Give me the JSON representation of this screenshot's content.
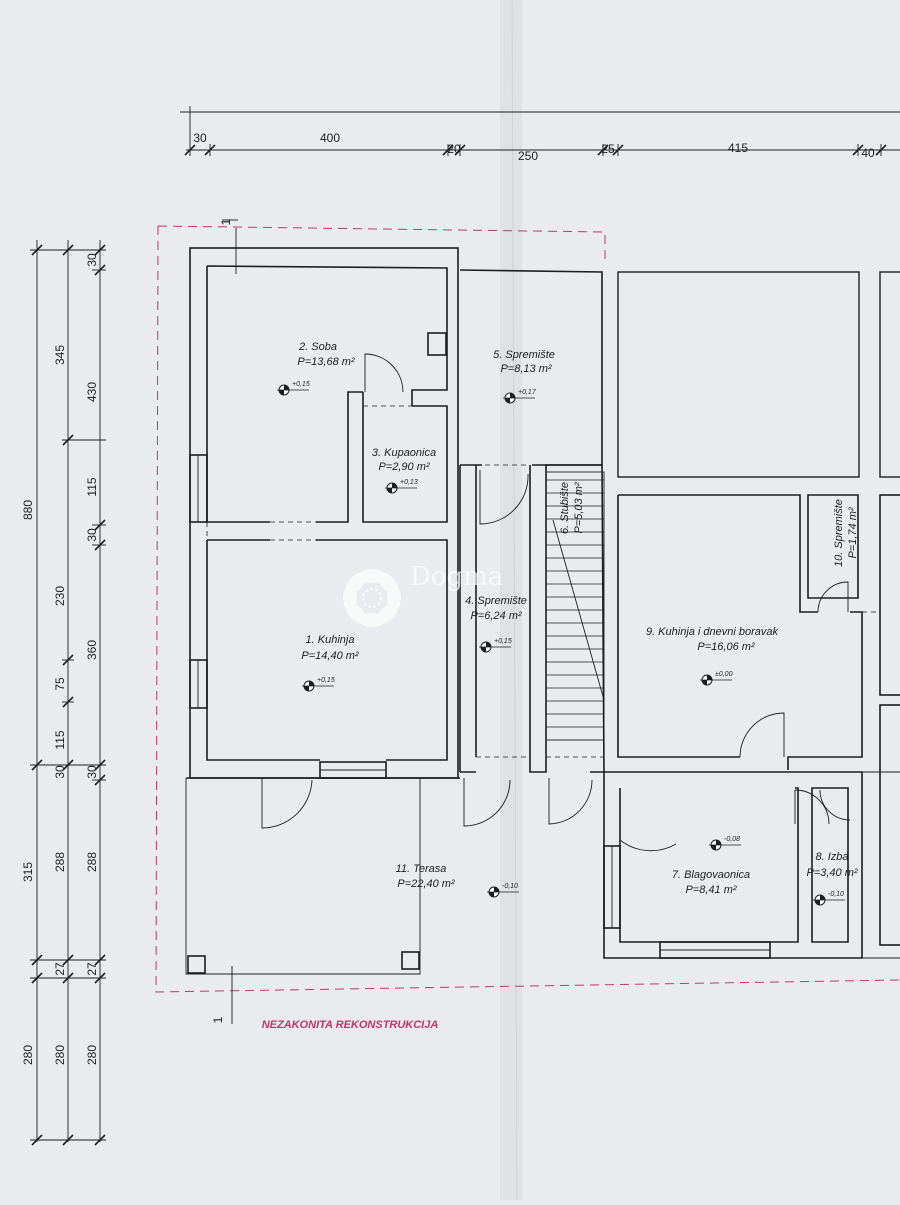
{
  "colors": {
    "paper": "#e9ebee",
    "ink": "#1c1e22",
    "illegal": "#c2366b",
    "watermark": "#ffffff"
  },
  "dimensions": {
    "top": [
      "30",
      "400",
      "20",
      "250",
      "25",
      "415",
      "40"
    ],
    "left_outer": [
      "880",
      "315",
      "280"
    ],
    "left_middle": [
      "345",
      "230",
      "75",
      "115",
      "30",
      "288",
      "27",
      "280"
    ],
    "left_inner": [
      "30",
      "430",
      "115",
      "30",
      "360",
      "30",
      "288",
      "27",
      "280"
    ],
    "section_mark": "1"
  },
  "rooms": [
    {
      "name": "2. Soba",
      "area": "P=13,68 m²",
      "level": "+0,15"
    },
    {
      "name": "3. Kupaonica",
      "area": "P=2,90 m²",
      "level": "+0,13"
    },
    {
      "name": "5. Spremište",
      "area": "P=8,13 m²",
      "level": "+0,17"
    },
    {
      "name": "6. Stubište",
      "area": "P=5,03 m²",
      "level": ""
    },
    {
      "name": "4. Spremište",
      "area": "P=6,24 m²",
      "level": "+0,15"
    },
    {
      "name": "1. Kuhinja",
      "area": "P=14,40 m²",
      "level": "+0,15"
    },
    {
      "name": "9. Kuhinja i dnevni boravak",
      "area": "P=16,06 m²",
      "level": "±0,00"
    },
    {
      "name": "10. Spremište",
      "area": "P=1,74 m²",
      "level": ""
    },
    {
      "name": "11. Terasa",
      "area": "P=22,40 m²",
      "level": "-0,10"
    },
    {
      "name": "7. Blagovaonica",
      "area": "P=8,41 m²",
      "level": "-0,08"
    },
    {
      "name": "8. Izba",
      "area": "P=3,40 m²",
      "level": "-0,10"
    }
  ],
  "annotation": "NEZAKONITA REKONSTRUKCIJA",
  "watermark": {
    "text": "Dogma"
  }
}
